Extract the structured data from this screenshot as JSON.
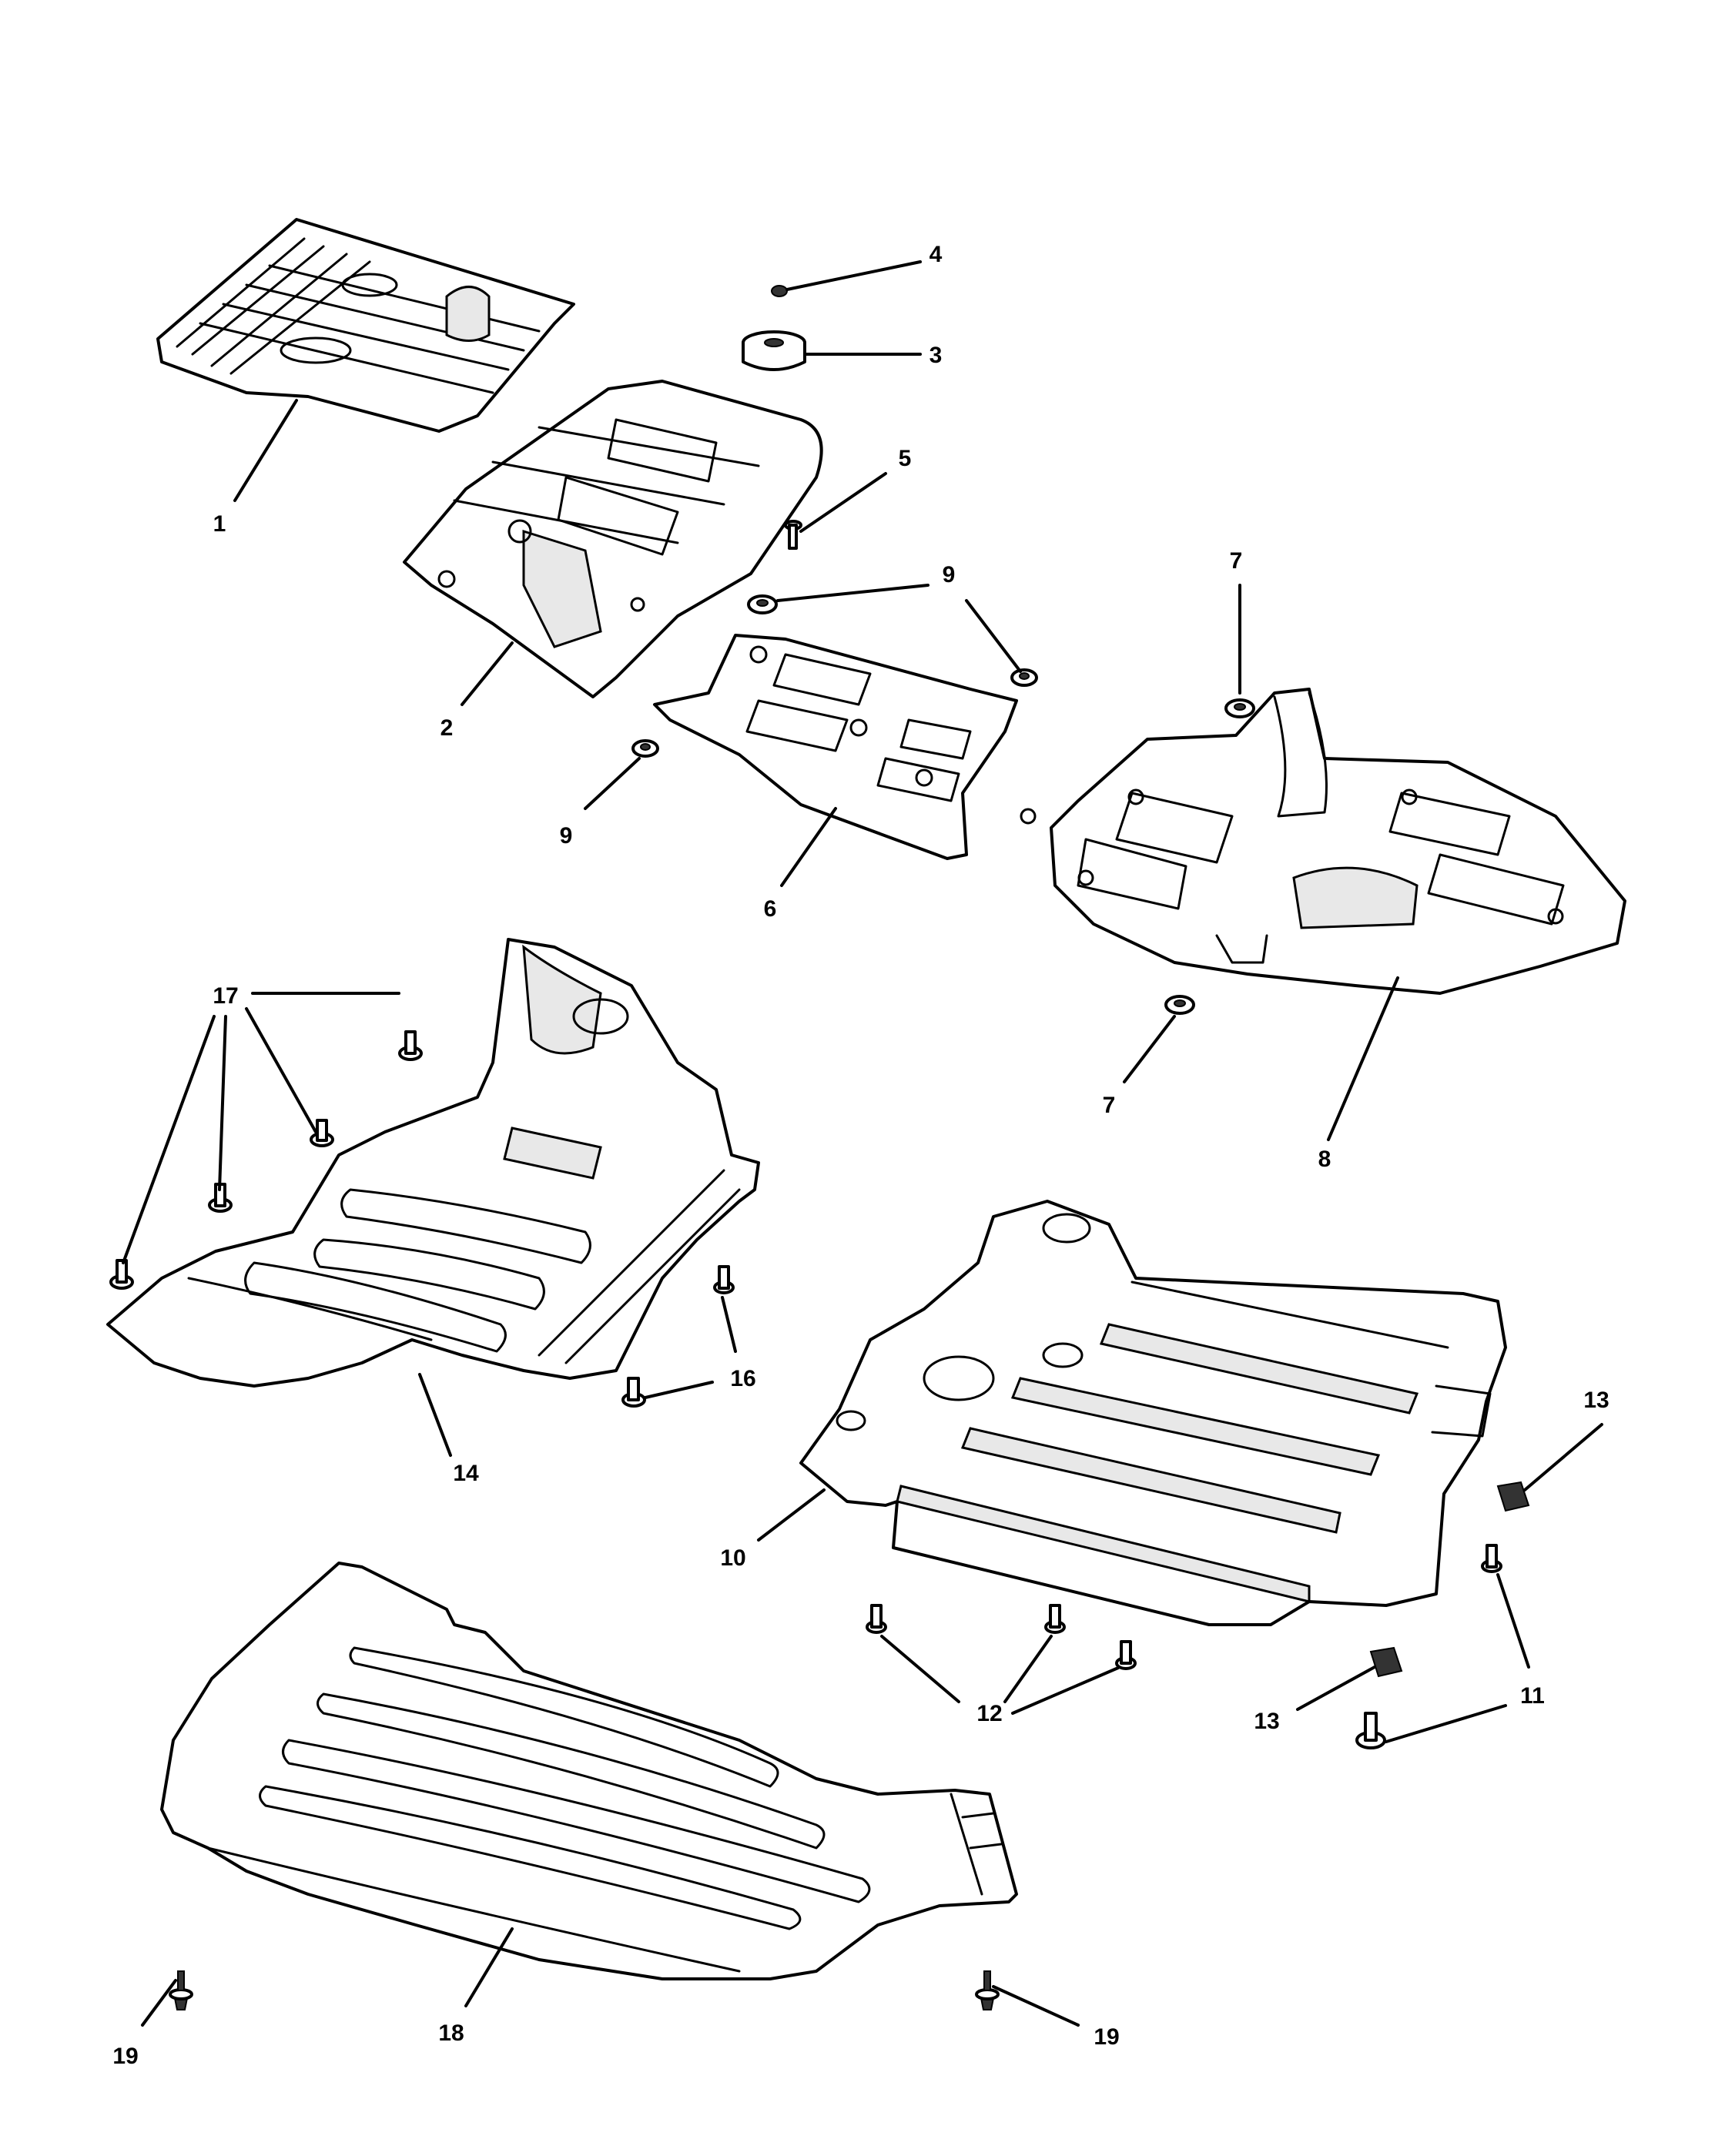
{
  "diagram": {
    "callouts": [
      {
        "id": "c1",
        "text": "1"
      },
      {
        "id": "c2",
        "text": "2"
      },
      {
        "id": "c3",
        "text": "3"
      },
      {
        "id": "c4",
        "text": "4"
      },
      {
        "id": "c5",
        "text": "5"
      },
      {
        "id": "c6",
        "text": "6"
      },
      {
        "id": "c7a",
        "text": "7"
      },
      {
        "id": "c7b",
        "text": "7"
      },
      {
        "id": "c8",
        "text": "8"
      },
      {
        "id": "c9a",
        "text": "9"
      },
      {
        "id": "c9b",
        "text": "9"
      },
      {
        "id": "c10",
        "text": "10"
      },
      {
        "id": "c11",
        "text": "11"
      },
      {
        "id": "c12",
        "text": "12"
      },
      {
        "id": "c13a",
        "text": "13"
      },
      {
        "id": "c13b",
        "text": "13"
      },
      {
        "id": "c14",
        "text": "14"
      },
      {
        "id": "c16",
        "text": "16"
      },
      {
        "id": "c17",
        "text": "17"
      },
      {
        "id": "c18",
        "text": "18"
      },
      {
        "id": "c19a",
        "text": "19"
      },
      {
        "id": "c19b",
        "text": "19"
      }
    ]
  }
}
